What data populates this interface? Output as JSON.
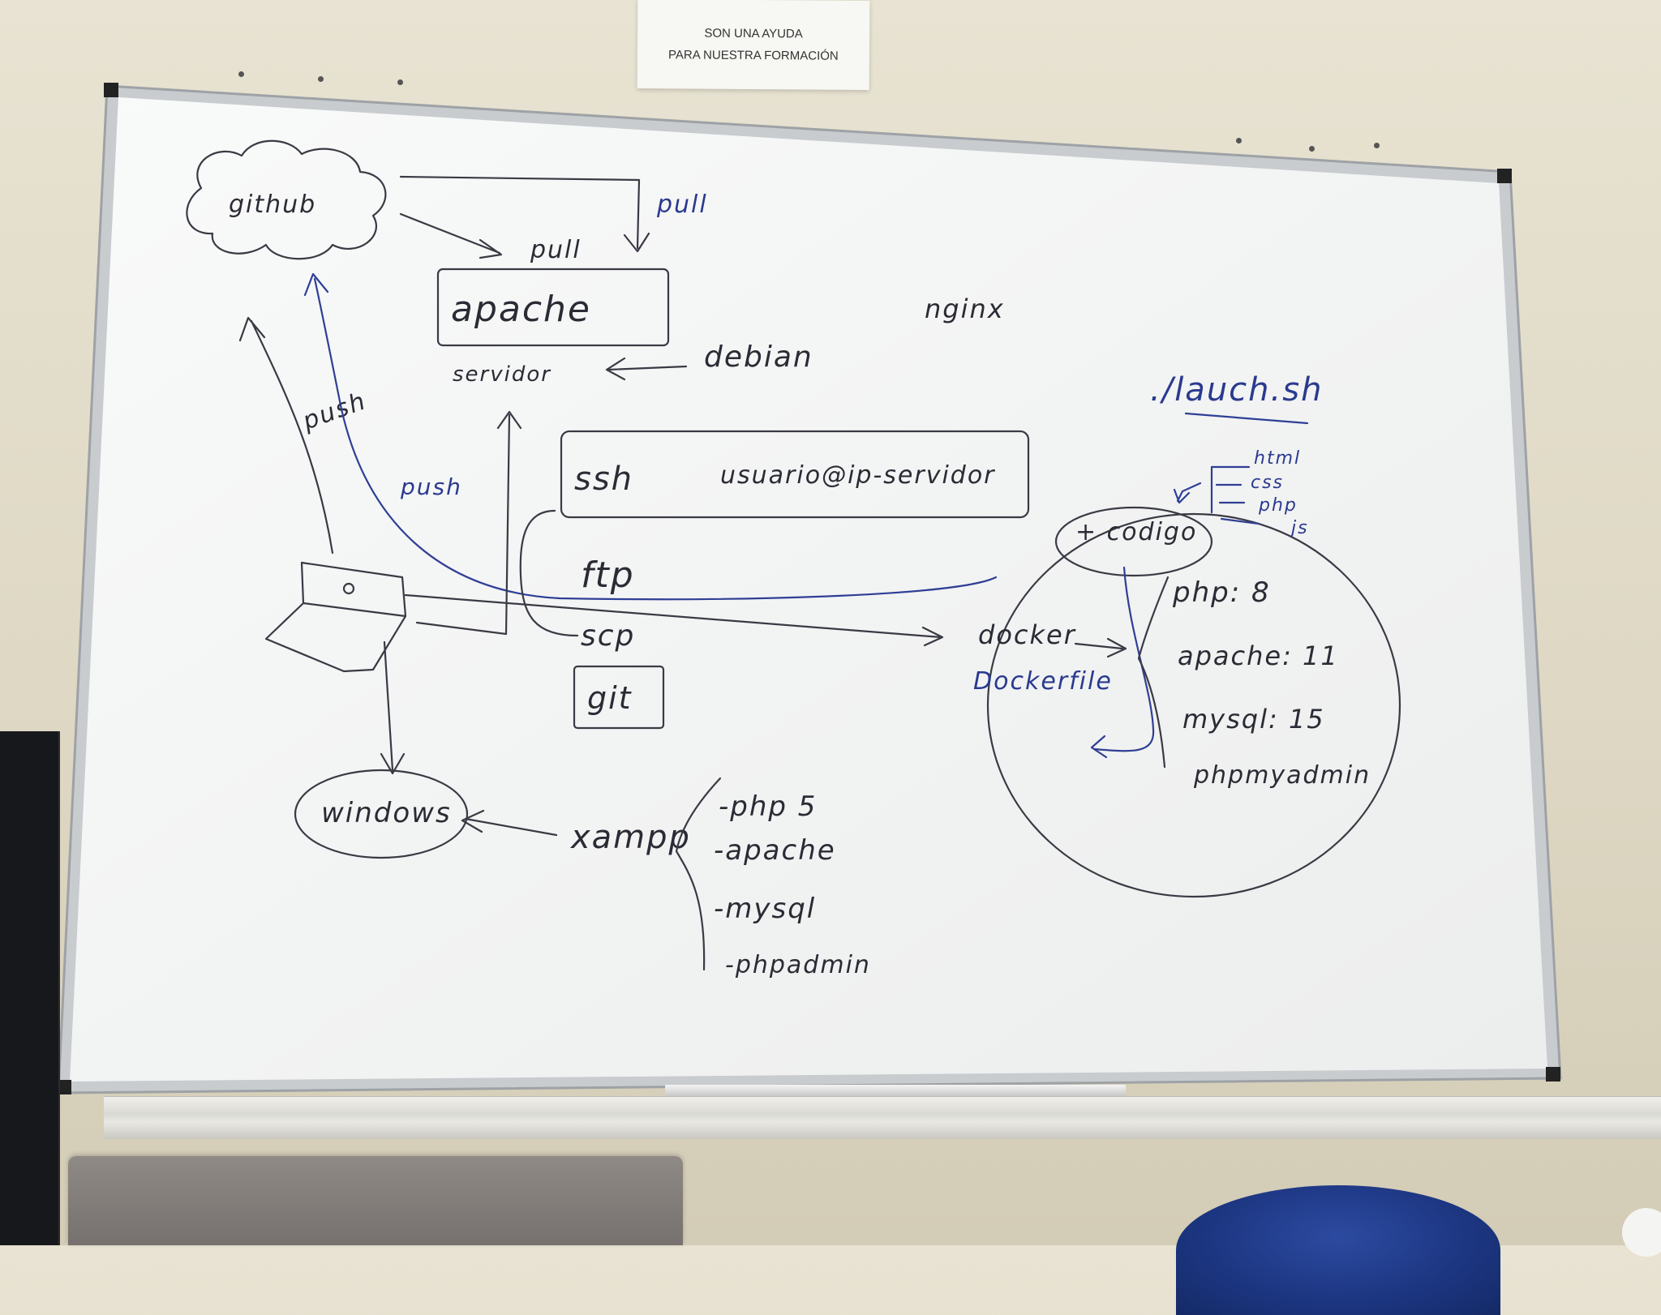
{
  "notice": {
    "line1": "SON UNA AYUDA",
    "line2": "PARA NUESTRA FORMACIÓN"
  },
  "whiteboard": {
    "github": "github",
    "pull_top": "pull",
    "pull_center": "pull",
    "apache_box": "apache",
    "servidor": "servidor",
    "debian": "debian",
    "nginx": "nginx",
    "launch_cmd": "./lauch.sh",
    "push_left": "push",
    "push_right": "push",
    "ssh": "ssh",
    "ssh_target": "usuario@ip-servidor",
    "ftp": "ftp",
    "scp": "scp",
    "git": "git",
    "windows": "windows",
    "xampp": "xampp",
    "xampp_items": [
      "-php 5",
      "-apache",
      "-mysql",
      "-phpadmin"
    ],
    "codigo": "+ codigo",
    "code_langs": [
      "html",
      "css",
      "php",
      "js"
    ],
    "docker": "docker",
    "dockerfile": "Dockerfile",
    "services": [
      "php: 8",
      "apache: 11",
      "mysql: 15",
      "phpmyadmin"
    ]
  },
  "colors": {
    "marker_black": "#2b2b35",
    "marker_blue": "#2a3a8f",
    "board": "#f6f7f7",
    "wall": "#e4dfcc"
  }
}
